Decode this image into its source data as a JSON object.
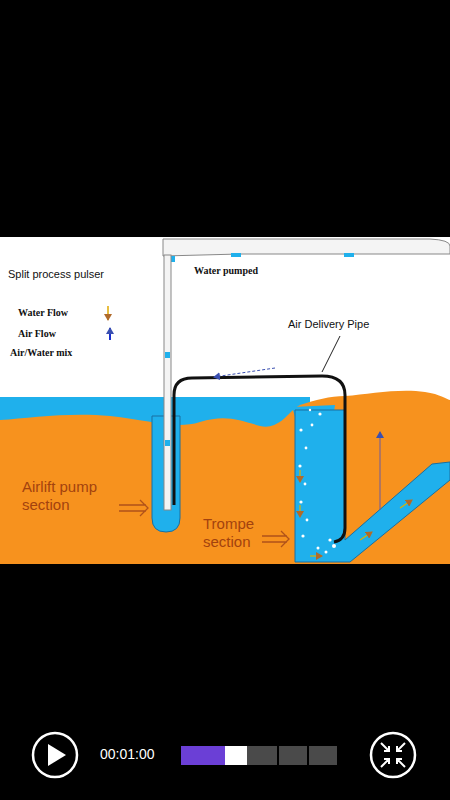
{
  "diagram": {
    "title": "Split process pulser",
    "labels": [
      "Water pumped",
      "Air Delivery Pipe",
      "Airlift pump section",
      "Trompe section",
      "00:01:00"
    ],
    "legend": [
      {
        "text": "Water Flow"
      },
      {
        "text": "Air Flow"
      },
      {
        "text": "Air/Water mix"
      }
    ]
  }
}
